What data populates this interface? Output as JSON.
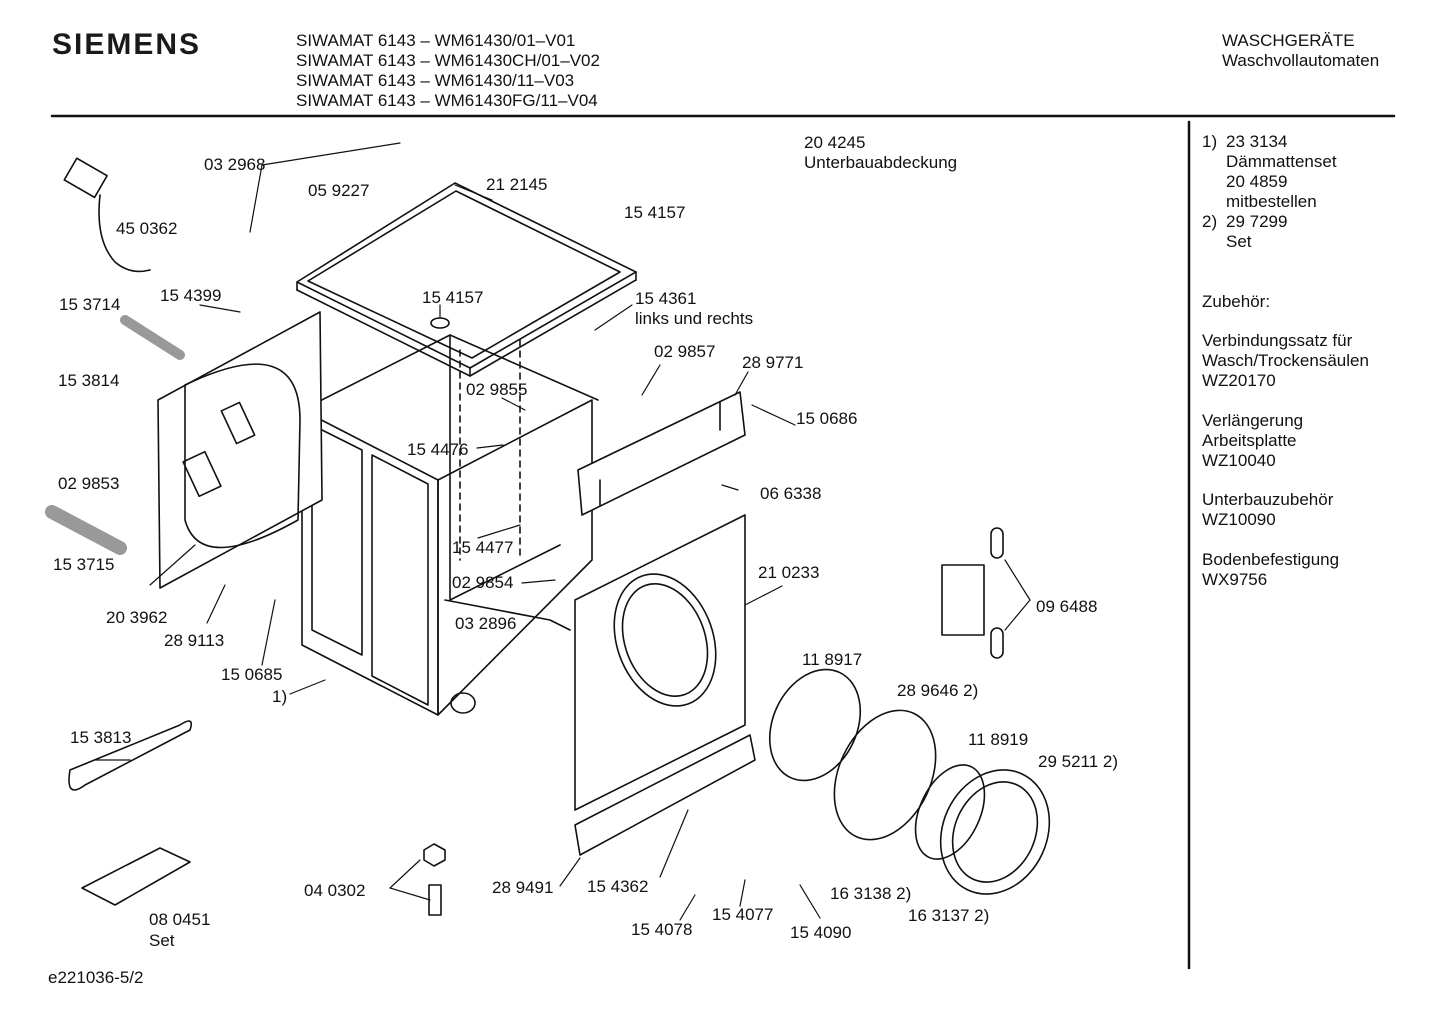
{
  "header": {
    "brand": "SIEMENS",
    "models": [
      "SIWAMAT 6143 – WM61430/01–V01",
      "SIWAMAT 6143 – WM61430CH/01–V02",
      "SIWAMAT 6143 – WM61430/11–V03",
      "SIWAMAT 6143 – WM61430FG/11–V04"
    ],
    "category": "WASCHGERÄTE",
    "subcategory": "Waschvollautomaten"
  },
  "notes": {
    "n1_key": "1)",
    "n1_lines": [
      "23 3134",
      "Dämmattenset",
      "20 4859",
      "mitbestellen"
    ],
    "n2_key": "2)",
    "n2_lines": [
      "29 7299",
      "Set"
    ]
  },
  "accessories": {
    "heading": "Zubehör:",
    "items": [
      [
        "Verbindungssatz für",
        "Wasch/Trockensäulen",
        "WZ20170"
      ],
      [
        "Verlängerung",
        "Arbeitsplatte",
        "WZ10040"
      ],
      [
        "Unterbauzubehör",
        "WZ10090"
      ],
      [
        "Bodenbefestigung",
        "WX9756"
      ]
    ]
  },
  "parts": {
    "p_204245": "20 4245",
    "p_204245_desc": "Unterbauabdeckung",
    "p_032968": "03 2968",
    "p_059227": "05 9227",
    "p_212145": "21 2145",
    "p_154157a": "15 4157",
    "p_154157b": "15 4157",
    "p_450362": "45 0362",
    "p_154399": "15 4399",
    "p_153714": "15 3714",
    "p_154361": "15 4361",
    "p_154361_desc": "links und rechts",
    "p_029857": "02 9857",
    "p_289771": "28 9771",
    "p_153814": "15 3814",
    "p_029855": "02 9855",
    "p_150686": "15 0686",
    "p_154476": "15 4476",
    "p_029853": "02 9853",
    "p_066338": "06 6338",
    "p_154477": "15 4477",
    "p_153715": "15 3715",
    "p_210233": "21 0233",
    "p_029854": "02 9854",
    "p_096488": "09 6488",
    "p_203962": "20 3962",
    "p_289113": "28 9113",
    "p_032896": "03 2896",
    "p_118917": "11 8917",
    "p_150685": "15 0685",
    "p_1": "1)",
    "p_289646": "28 9646 2)",
    "p_118919": "11 8919",
    "p_153813": "15 3813",
    "p_295211": "29 5211 2)",
    "p_040302": "04 0302",
    "p_289491": "28 9491",
    "p_154362": "15 4362",
    "p_163138": "16 3138 2)",
    "p_163137": "16 3137 2)",
    "p_080451": "08 0451",
    "p_080451_desc": "Set",
    "p_154077": "15 4077",
    "p_154078": "15 4078",
    "p_154090": "15 4090"
  },
  "footer": {
    "doc_id": "e221036-5/2"
  }
}
